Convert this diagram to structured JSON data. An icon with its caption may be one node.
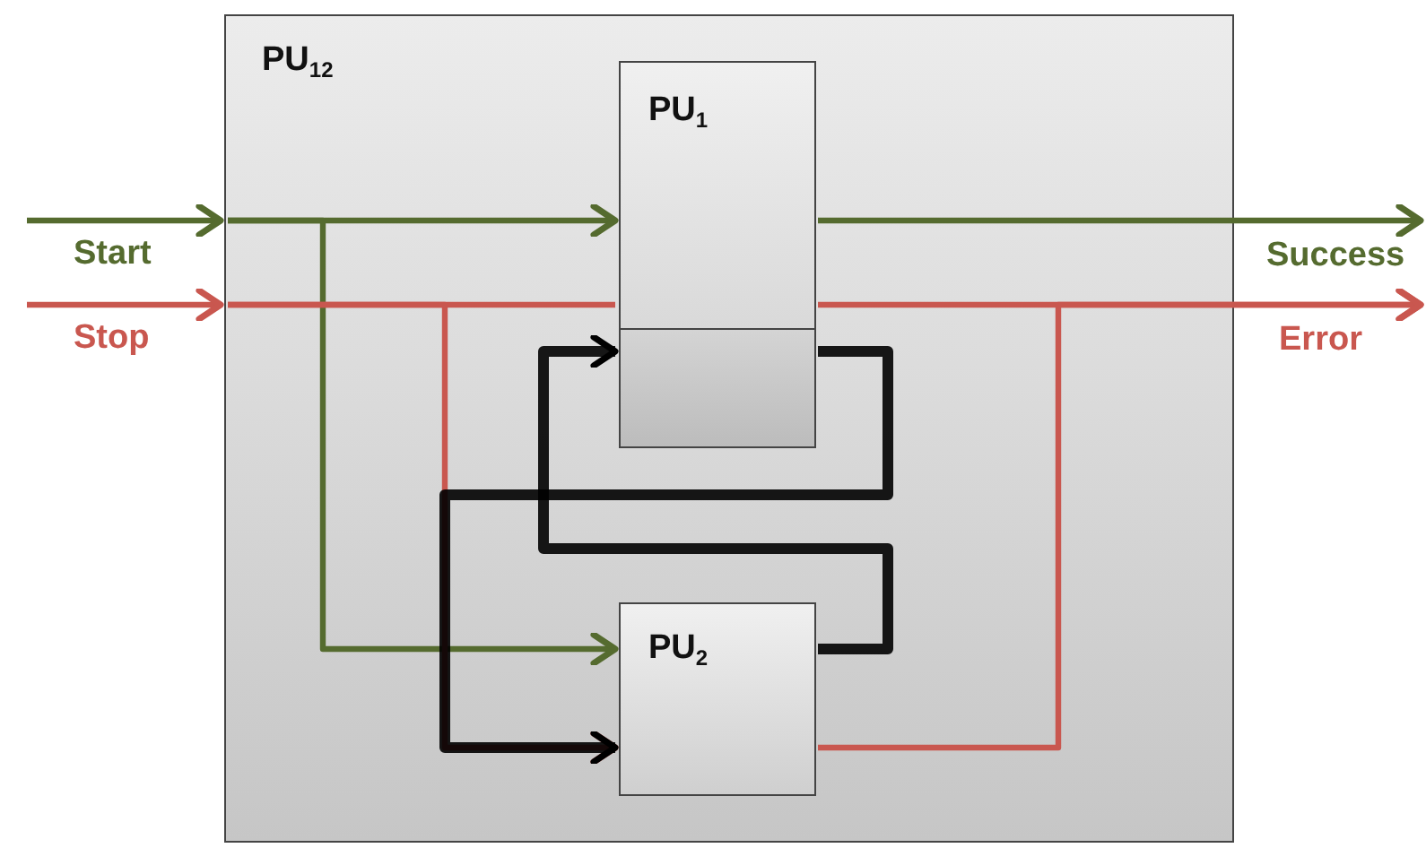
{
  "diagram": {
    "nodes": [
      {
        "text": [
          "PU$_{12}$"
        ]
      },
      {
        "text": [
          "PU$_{1}$"
        ],
        "in": 0
      },
      {
        "text": [
          "PU$_{2}$"
        ],
        "in": 0
      }
    ],
    "edges": [
      {
        "from": null,
        "to": 0,
        "arrow": "to",
        "label": "Start",
        "color": "#556b2f"
      },
      {
        "from": 0,
        "to": 1,
        "arrow": "to",
        "color": "#556b2f"
      },
      {
        "from": 0,
        "to": 2,
        "arrow": "to",
        "color": "#556b2f"
      },
      {
        "from": null,
        "to": 0,
        "arrow": "to",
        "label": "Stop"
      },
      {
        "from": 0,
        "to": 1,
        "arrow": "none"
      },
      {
        "from": 0,
        "to": 2,
        "arrow": "to"
      },
      {
        "from": 1,
        "to": null,
        "arrow": "to",
        "label": "Success",
        "color": "#556b2f"
      },
      {
        "from": 1,
        "to": null,
        "arrow": "to",
        "label": "Error"
      },
      {
        "from": 2,
        "to": null,
        "arrow": "to"
      },
      {
        "from": 1,
        "to": 2,
        "arrow": "to",
        "style": "thick",
        "color": "#000000"
      },
      {
        "from": 2,
        "to": 1,
        "arrow": "to",
        "style": "thick",
        "color": "#000000"
      }
    ]
  }
}
